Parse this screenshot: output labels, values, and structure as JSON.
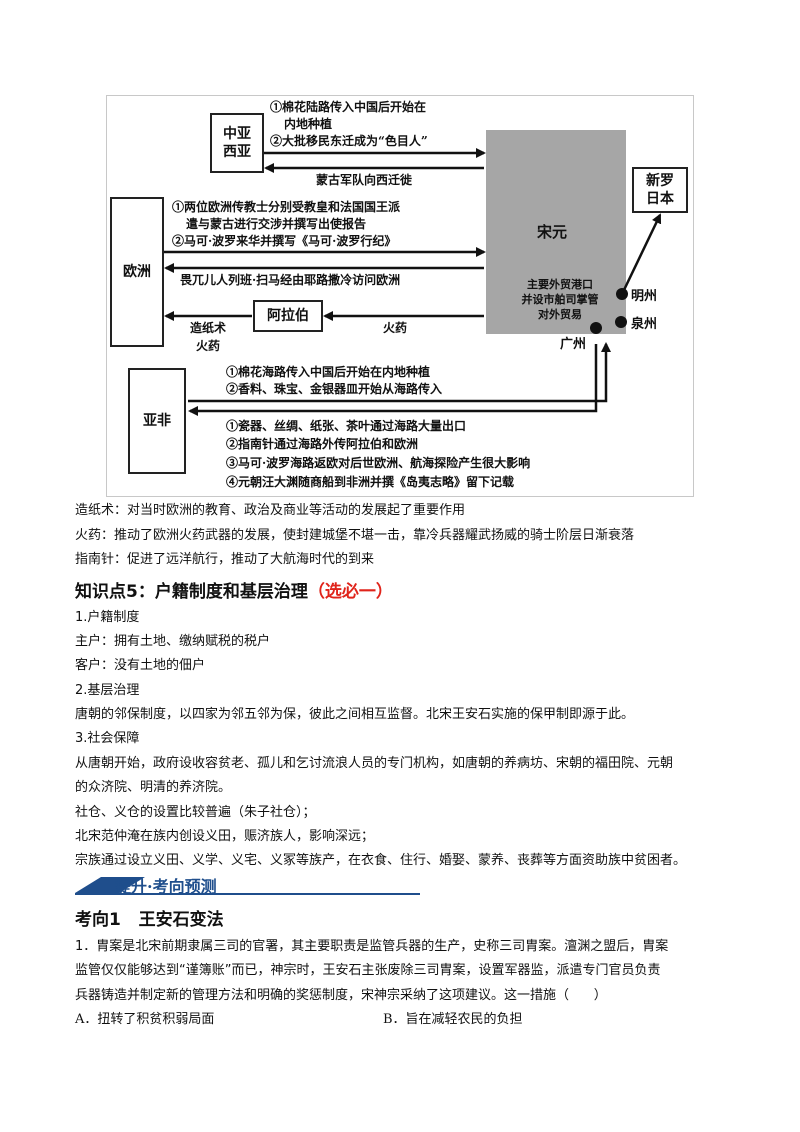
{
  "diagram": {
    "boxes": {
      "central_asia": "中亚\n西亚",
      "europe": "欧洲",
      "arabia": "阿拉伯",
      "asia_africa": "亚非",
      "song_yuan": "宋元",
      "silla_japan": "新罗\n日本"
    },
    "song_yuan_note": "主要外贸港口\n并设市舶司掌管\n对外贸易",
    "ports": {
      "mingzhou": "明州",
      "quanzhou": "泉州",
      "guangzhou": "广州"
    },
    "labels": {
      "ca_line1": "①棉花陆路传入中国后开始在",
      "ca_line2": "内地种植",
      "ca_line3": "②大批移民东迁成为“色目人”",
      "mongol": "蒙古军队向西迁徙",
      "eu_line1": "①两位欧洲传教士分别受教皇和法国国王派",
      "eu_line2": "遣与蒙古进行交涉并撰写出使报告",
      "eu_line3": "②马可·波罗来华并撰写《马可·波罗行纪》",
      "rabban": "畏兀儿人列班·扫马经由耶路撒冷访问欧洲",
      "paper_powder_1": "造纸术",
      "paper_powder_2": "火药",
      "gunpowder": "火药",
      "af_in_1": "①棉花海路传入中国后开始在内地种植",
      "af_in_2": "②香料、珠宝、金银器皿开始从海路传入",
      "af_out_1": "①瓷器、丝绸、纸张、茶叶通过海路大量出口",
      "af_out_2": "②指南针通过海路外传阿拉伯和欧洲",
      "af_out_3": "③马可·波罗海路返欧对后世欧洲、航海探险产生很大影响",
      "af_out_4": "④元朝汪大渊随商船到非洲并撰《岛夷志略》留下记载"
    }
  },
  "notes": {
    "paper": "造纸术：对当时欧洲的教育、政治及商业等活动的发展起了重要作用",
    "gunpowder": "火药：推动了欧洲火药武器的发展，使封建城堡不堪一击，靠冷兵器耀武扬威的骑士阶层日渐衰落",
    "compass": "指南针：促进了远洋航行，推动了大航海时代的到来"
  },
  "section5": {
    "title": "知识点5：户籍制度和基层治理",
    "tag": "（选必一）",
    "sub1": "1.户籍制度",
    "zhuhu": "主户：拥有土地、缴纳赋税的税户",
    "kehu": "客户：没有土地的佃户",
    "sub2": "2.基层治理",
    "tang": "唐朝的邻保制度，以四家为邻五邻为保，彼此之间相互监督。北宋王安石实施的保甲制即源于此。",
    "sub3": "3.社会保障",
    "welfare_1": "从唐朝开始，政府设收容贫老、孤儿和乞讨流浪人员的专门机构，如唐朝的养病坊、宋朝的福田院、元朝",
    "welfare_2": "的众济院、明清的养济院。",
    "granary": "社仓、义仓的设置比较普遍（朱子社仓）；",
    "fan": "北宋范仲淹在族内创设义田，赈济族人，影响深远；",
    "clan": "宗族通过设立义田、义学、义宅、义冢等族产，在衣食、住行、婚娶、蒙养、丧葬等方面资助族中贫困者。"
  },
  "banner": "提升·考向预测",
  "kaoxiang": {
    "title": "考向1   王安石变法"
  },
  "question": {
    "line1": "1．胄案是北宋前期隶属三司的官署，其主要职责是监管兵器的生产，史称三司胄案。澶渊之盟后，胄案",
    "line2": "监管仅仅能够达到“谨簿账”而已，神宗时，王安石主张废除三司胄案，设置军器监，派遣专门官员负责",
    "line3": "兵器铸造并制定新的管理方法和明确的奖惩制度，宋神宗采纳了这项建议。这一措施（      ）",
    "option_a": "A．扭转了积贫积弱局面",
    "option_b": "B．旨在减轻农民的负担"
  }
}
